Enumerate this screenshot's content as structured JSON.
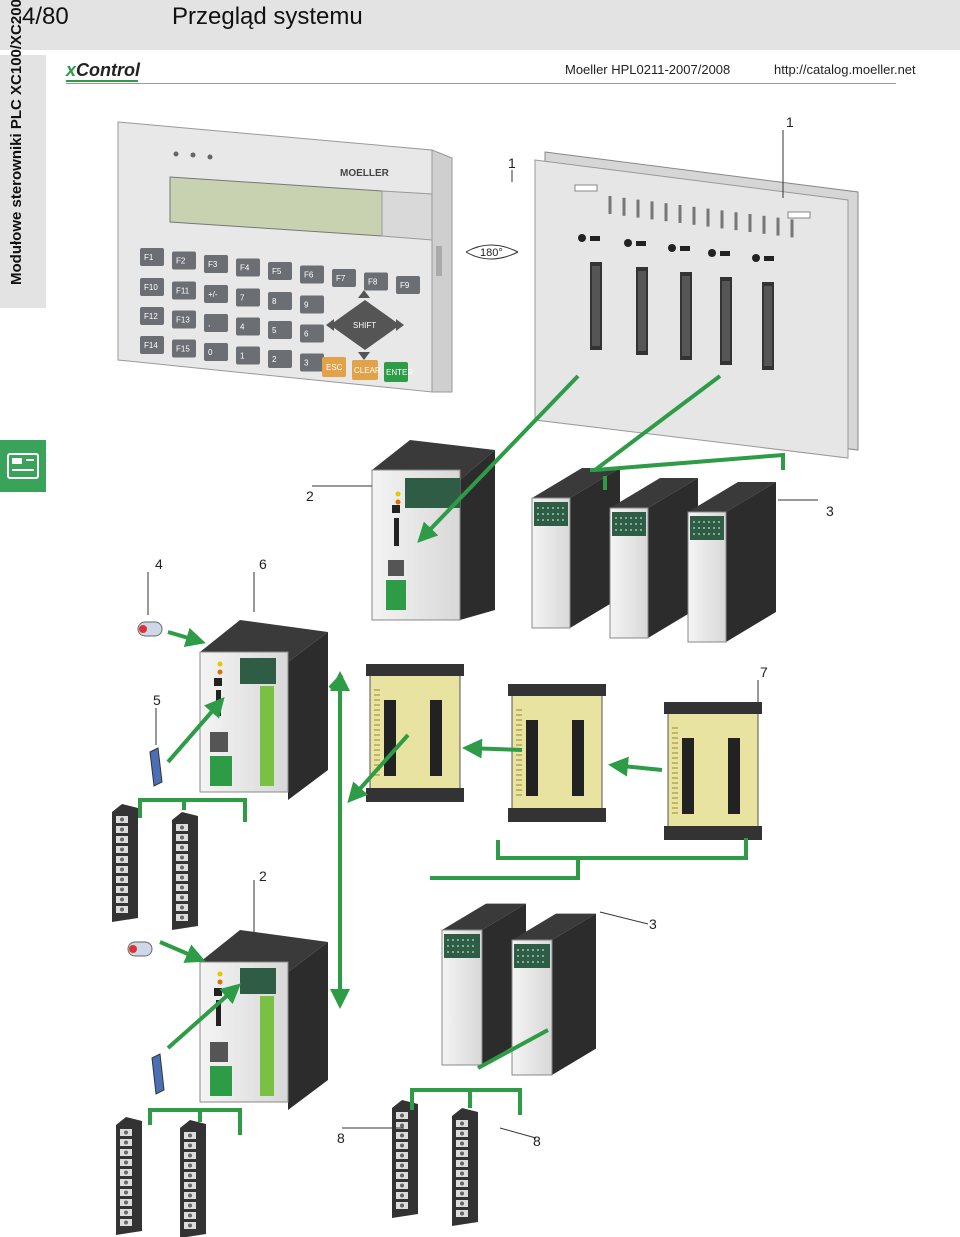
{
  "header": {
    "page_number": "4/80",
    "title": "Przegląd systemu",
    "brand_x": "x",
    "brand_rest": "Control",
    "catalog": "Moeller HPL0211-2007/2008",
    "url": "http://catalog.moeller.net"
  },
  "sidebar": {
    "vertical_title": "Modułowe sterowniki PLC XC100/XC200"
  },
  "display_unit": {
    "logo": "MOELLER",
    "keys_row1": [
      "F1",
      "F2",
      "F3",
      "F4",
      "F5",
      "F6",
      "F7",
      "F8",
      "F9"
    ],
    "keys_row2": [
      "F10",
      "F11",
      "+/-",
      "7",
      "8",
      "9"
    ],
    "keys_row3": [
      "F12",
      "F13",
      ",",
      "4",
      "5",
      "6"
    ],
    "keys_row4": [
      "F14",
      "F15",
      "0",
      "1",
      "2",
      "3"
    ],
    "shift": "SHIFT",
    "esc": "ESC",
    "clear": "CLEAR",
    "enter": "ENTER",
    "rotation": "180°"
  },
  "callouts": {
    "c1a": "1",
    "c1b": "1",
    "c2a": "2",
    "c3a": "3",
    "c4": "4",
    "c6": "6",
    "c5": "5",
    "c7": "7",
    "c2b": "2",
    "c3b": "3",
    "c8a": "8",
    "c8b": "8"
  },
  "colors": {
    "accent_green": "#2e9b47",
    "module_dark": "#2c2c2c",
    "module_light": "#ececec",
    "panel_bg": "#e6e6e6"
  }
}
